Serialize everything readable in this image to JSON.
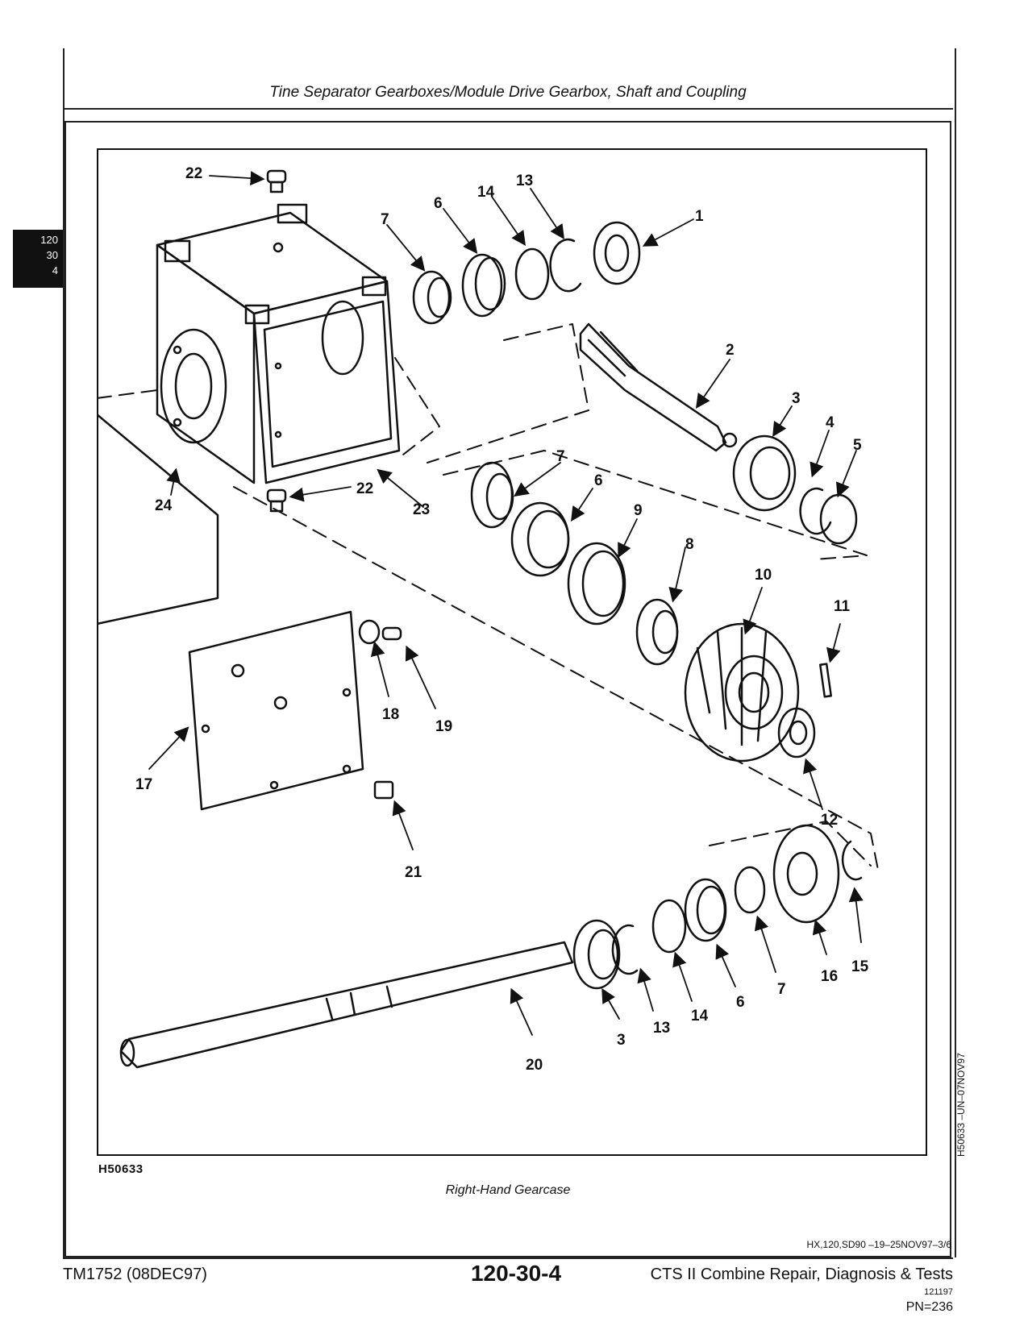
{
  "header": {
    "title": "Tine Separator Gearboxes/Module Drive Gearbox, Shaft and Coupling"
  },
  "section_tab": {
    "lines": [
      "120",
      "30",
      "4"
    ]
  },
  "figure": {
    "id": "H50633",
    "side_code": "H50633  –UN–07NOV97",
    "caption": "Right-Hand Gearcase",
    "callouts": [
      "22",
      "7",
      "6",
      "14",
      "13",
      "1",
      "2",
      "3",
      "4",
      "5",
      "22",
      "24",
      "23",
      "7",
      "6",
      "9",
      "8",
      "10",
      "11",
      "18",
      "19",
      "17",
      "12",
      "21",
      "15",
      "16",
      "7",
      "6",
      "14",
      "13",
      "3",
      "20"
    ]
  },
  "footer": {
    "doc_code": "HX,120,SD90    –19–25NOV97–3/6",
    "manual_id": "TM1752 (08DEC97)",
    "page_number": "120-30-4",
    "manual_title": "CTS II Combine Repair, Diagnosis & Tests",
    "date_code": "121197",
    "pn": "PN=236"
  }
}
